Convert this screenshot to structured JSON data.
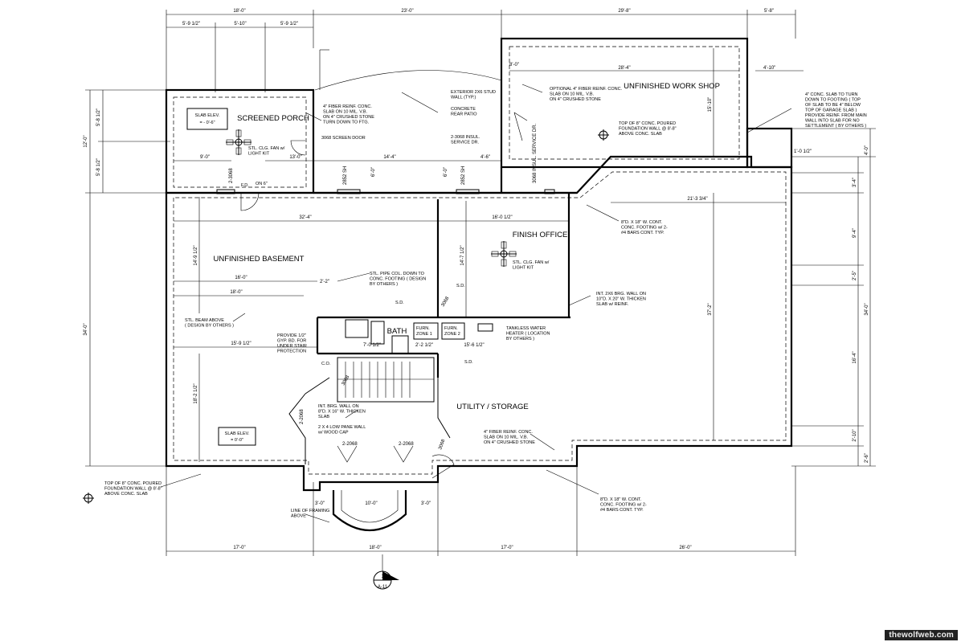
{
  "rooms": {
    "screened_porch": "SCREENED PORCH",
    "workshop": "UNFINISHED WORK SHOP",
    "basement": "UNFINISHED BASEMENT",
    "office": "FINISH OFFICE",
    "utility": "UTILITY / STORAGE",
    "bath": "BATH",
    "furn1": "FURN.\nZONE 1",
    "furn2": "FURN.\nZONE 2"
  },
  "slab_porch": "SLAB ELEV.\n= - 0'-6\"",
  "slab_base": "SLAB ELEV.\n= 0'-0\"",
  "notes": {
    "porch_slab": "4\" FIBER REINF. CONC.\nSLAB ON 10 MIL. V.B.\nON 4\" CRUSHED STONE\nTURN DOWN TO FTG.",
    "ext_wall": "EXTERIOR 2X6 STUD\nWALL (TYP.)",
    "patio": "CONCRETE\nREAR PATIO",
    "screen_door": "3068 SCREEN DOOR",
    "service_dr": "2-3068 INSUL.\nSERVICE DR.",
    "ws_slab": "OPTIONAL 4\" FIBER REINF. CONC.\nSLAB ON 10 MIL. V.B.\nON 4\" CRUSHED STONE",
    "ws_wall": "TOP OF 8\" CONC. POURED\nFOUNDATION WALL @ 8'-8\"\nABOVE CONC. SLAB",
    "garage_slab": "4\" CONC. SLAB TO TURN\nDOWN TO FOOTING ( TOP\nOF SLAB TO BE 4\" BELOW\nTOP OF GARAGE SLAB )\nPROVIDE REINF. FROM MAIN\nWALL INTO SLAB FOR NO\nSETTLEMENT ( BY OTHERS )",
    "fan_porch": "STL. CLG. FAN w/\nLIGHT KIT",
    "fan_office": "STL. CLG. FAN w/\nLIGHT KIT",
    "footing_top": "8\"D. X 18\" W. CONT.\nCONC. FOOTING w/ 2-\n#4 BARS CONT. TYP.",
    "pipe_col": "STL. PIPE COL. DOWN TO\nCONC. FOOTING ( DESIGN\nBY OTHERS )",
    "brg_wall_right": "INT. 2X6 BRG. WALL ON\n10\"D. X 20\" W. THICKEN\nSLAB w/ REINF.",
    "steel_beam": "STL. BEAM ABOVE\n( DESIGN BY OTHERS )",
    "gyp": "PROVIDE 1/2\"\nGYP. BD. FOR\nUNDER STAIR\nPROTECTION",
    "water_heater": "TANKLESS WATER\nHEATER ( LOCATION\nBY OTHERS )",
    "brg_wall_stair": "INT. BRG. WALL ON\n8\"D. X 16\" W. THICKEN\nSLAB",
    "pony_wall": "2 X 4 LOW PANE WALL\nw/ WOOD CAP",
    "util_slab": "4\" FIBER REINF. CONC.\nSLAB ON 10 MIL. V.B.\nON 4\" CRUSHED STONE",
    "found_wall": "TOP OF 8\" CONC. POURED\nFOUNDATION WALL @ 8'-8\"\nABOVE CONC. SLAB",
    "framing": "LINE OF FRAMING\nABOVE",
    "footing_bottom": "8\"D. X 18\" W. CONT.\nCONC. FOOTING w/ 2-\n#4 BARS CONT. TYP."
  },
  "doors": [
    "2-3068",
    "2-2068",
    "2-2068",
    "2-2068",
    "3068",
    "3068",
    "2852 SH",
    "2852 SH",
    "3068 INSUL. SERVICE DR.",
    "3068"
  ],
  "dims_top_outer": [
    "18'-0\"",
    "23'-0\"",
    "29'-8\"",
    "5'-8\""
  ],
  "dims_top_inner": [
    "5'-9 1/2\"",
    "5'-10\"",
    "5'-9 1/2\""
  ],
  "dims_bottom": [
    "17'-0\"",
    "18'-0\"",
    "17'-0\"",
    "26'-0\""
  ],
  "dims_left": [
    "5'-8 1/2\"",
    "12'-0\"",
    "5'-8 1/2\"",
    "14'-9 1/2\"",
    "34'-0\"",
    "18'-2 1/2\""
  ],
  "dims_right": [
    "4'-10\"",
    "15'-10\"",
    "4'-0\"",
    "3'-4\"",
    "9'-4\"",
    "34'-0\"",
    "2'-5\"",
    "16'-4\"",
    "2'-10\"",
    "2'-6\""
  ],
  "dims_interior": [
    "32'-4\"",
    "16'-0 1/2\"",
    "14'-4\"",
    "4'-6\"",
    "21'-3 3/4\"",
    "28'-4\"",
    "37'-2\"",
    "16'-0\"",
    "18'-0\"",
    "15'-9 1/2\"",
    "7'-0 1/2\"",
    "15'-6 1/2\"",
    "2'-2 1/2\"",
    "14'-7 1/2\"",
    "10'-0\"",
    "3'-0\"",
    "3'-0\"",
    "9'-0\"",
    "13'-0\"",
    "8'-0\"",
    "6'-0\"",
    "6'-0\"",
    "2'-2\"",
    "1'-0 1/2\""
  ],
  "section": {
    "num": "1",
    "sheet": "A-11"
  },
  "watermark": "thewolfweb.com",
  "ttext": {
    "sd": "S.D.",
    "co": "C.O.",
    "fd": "F.D.",
    "on6": "ON 6\""
  }
}
